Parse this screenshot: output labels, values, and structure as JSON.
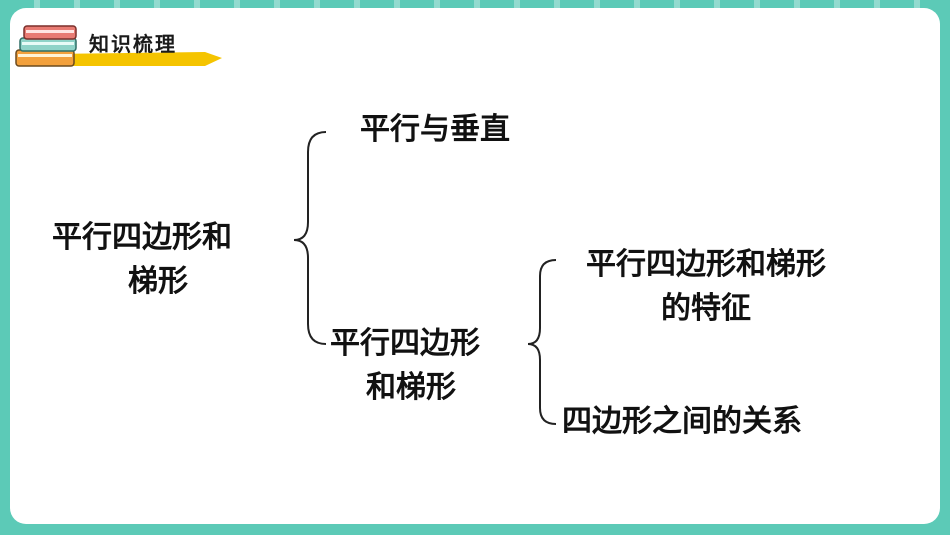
{
  "header": {
    "title": "知识梳理",
    "icon": "books-icon"
  },
  "diagram": {
    "root": {
      "line1": "平行四边形和",
      "line2": "梯形"
    },
    "branch_top": "平行与垂直",
    "branch_bottom": {
      "line1": "平行四边形",
      "line2": "和梯形"
    },
    "leaf_top": {
      "line1": "平行四边形和梯形",
      "line2": "的特征"
    },
    "leaf_bottom": "四边形之间的关系"
  },
  "colors": {
    "background": "#5ccab7",
    "card": "#ffffff",
    "accent_yellow": "#f5c400"
  }
}
